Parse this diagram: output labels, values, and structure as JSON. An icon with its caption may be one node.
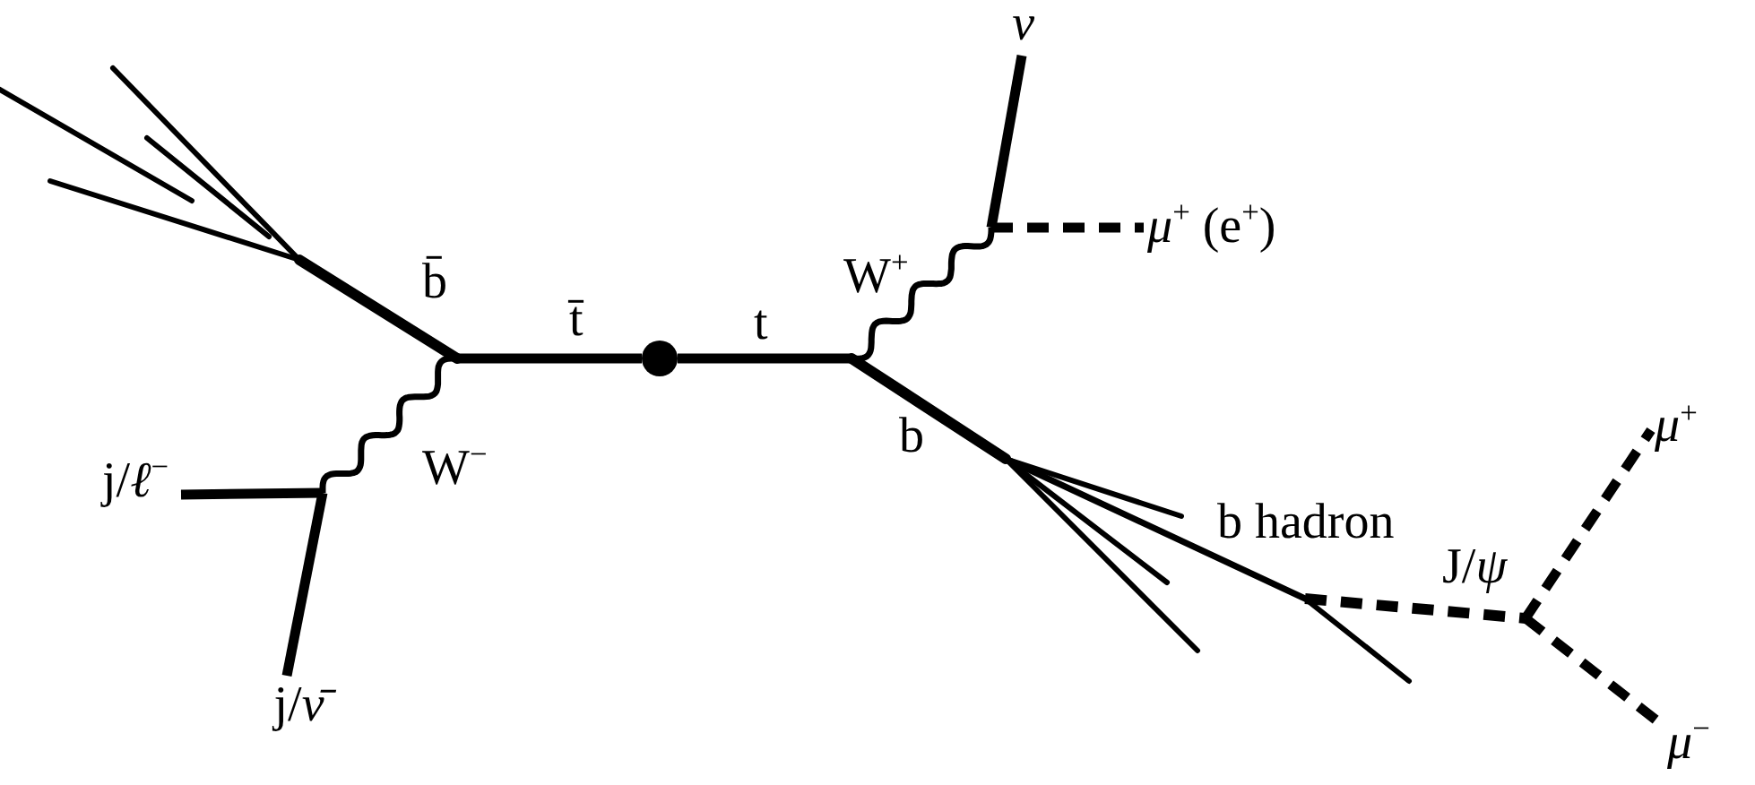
{
  "diagram": {
    "nodes": [
      {
        "text": [
          "ν"
        ]
      },
      {
        "text": [
          "*μ*$^{+}$ (e$^{+}$)"
        ]
      },
      {
        "text": [],
        "shape": "circle"
      },
      {
        "text": [
          "*μ*$^{+}$"
        ]
      },
      {
        "text": [
          "j/*ℓ*$^{−}$"
        ]
      },
      {
        "text": [
          "j/*ν̄*"
        ]
      },
      {
        "text": [
          "*μ*$^{−}$"
        ]
      }
    ],
    "edges": [
      {
        "from": 2,
        "to": null,
        "arrow": "none",
        "label": "t̄"
      },
      {
        "from": 2,
        "to": null,
        "arrow": "none",
        "label": "t"
      },
      {
        "from": null,
        "to": 0,
        "arrow": "none"
      },
      {
        "from": null,
        "to": 1,
        "arrow": "none",
        "style": "dashed"
      },
      {
        "from": null,
        "to": 3,
        "arrow": "none",
        "style": "dashed"
      },
      {
        "from": null,
        "to": 4,
        "arrow": "none"
      },
      {
        "from": null,
        "to": 5,
        "arrow": "none"
      },
      {
        "from": null,
        "to": 6,
        "arrow": "none",
        "style": "dashed"
      }
    ],
    "labels": [
      "b̄",
      "W$^{+}$",
      "b",
      "W$^{−}$",
      "b hadron",
      "J/*ψ*"
    ]
  }
}
